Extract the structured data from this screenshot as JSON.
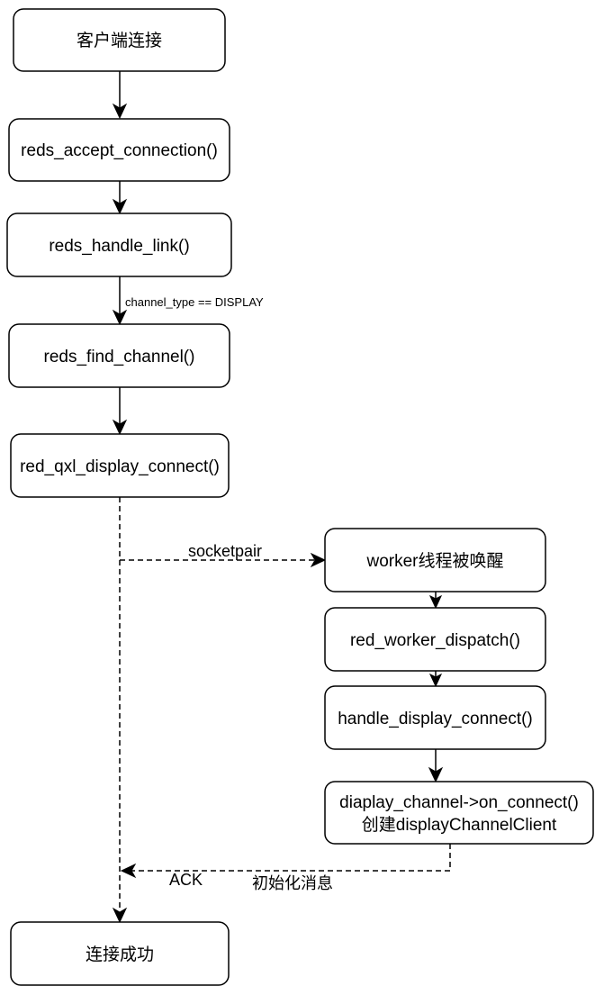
{
  "diagram": {
    "nodes": {
      "client_connect": "客户端连接",
      "accept_connection": "reds_accept_connection()",
      "handle_link": "reds_handle_link()",
      "find_channel": "reds_find_channel()",
      "display_connect": "red_qxl_display_connect()",
      "worker_wakeup": "worker线程被唤醒",
      "worker_dispatch": "red_worker_dispatch()",
      "handle_display_connect": "handle_display_connect()",
      "on_connect_line1": "diaplay_channel->on_connect()",
      "on_connect_line2": "创建displayChannelClient",
      "connect_success": "连接成功"
    },
    "edge_labels": {
      "channel_type": "channel_type == DISPLAY",
      "socketpair": "socketpair",
      "ack": "ACK",
      "init_message": "初始化消息"
    }
  }
}
